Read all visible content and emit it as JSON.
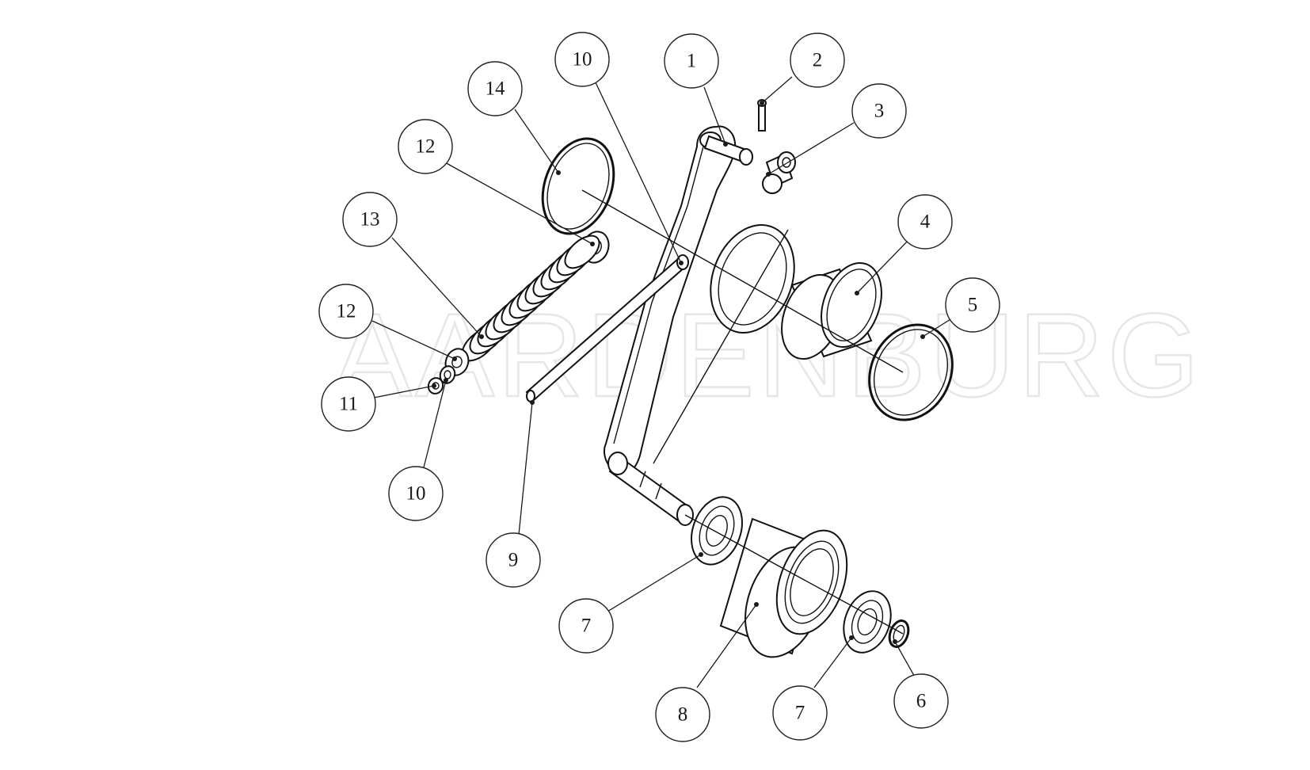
{
  "watermark": "AARDENBURG",
  "callouts": [
    {
      "id": "c1",
      "label": "1"
    },
    {
      "id": "c2",
      "label": "2"
    },
    {
      "id": "c3",
      "label": "3"
    },
    {
      "id": "c4",
      "label": "4"
    },
    {
      "id": "c5",
      "label": "5"
    },
    {
      "id": "c6",
      "label": "6"
    },
    {
      "id": "c7a",
      "label": "7"
    },
    {
      "id": "c7b",
      "label": "7"
    },
    {
      "id": "c8",
      "label": "8"
    },
    {
      "id": "c9",
      "label": "9"
    },
    {
      "id": "c10a",
      "label": "10"
    },
    {
      "id": "c10b",
      "label": "10"
    },
    {
      "id": "c11",
      "label": "11"
    },
    {
      "id": "c12a",
      "label": "12"
    },
    {
      "id": "c12b",
      "label": "12"
    },
    {
      "id": "c13",
      "label": "13"
    },
    {
      "id": "c14",
      "label": "14"
    }
  ]
}
